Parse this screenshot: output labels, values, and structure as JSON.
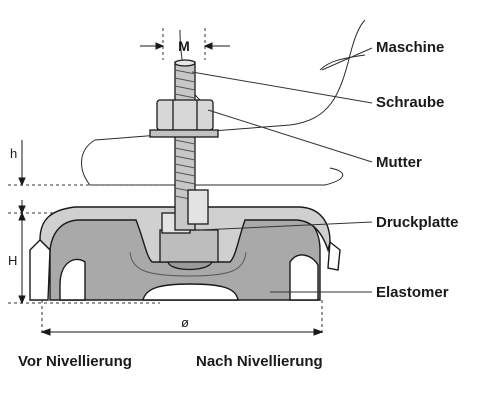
{
  "labels": {
    "maschine": "Maschine",
    "schraube": "Schraube",
    "mutter": "Mutter",
    "druckplatte": "Druckplatte",
    "elastomer": "Elastomer"
  },
  "dimensions": {
    "m": "M",
    "h_small": "h",
    "h_large": "H",
    "diameter": "ø"
  },
  "captions": {
    "before": "Vor Nivellierung",
    "after": "Nach Nivellierung"
  },
  "colors": {
    "line": "#1a1a1a",
    "metal": "#d0d0d0",
    "elastomer": "#a9a9a9",
    "shadow": "#8f8f8f",
    "background": "#ffffff"
  }
}
